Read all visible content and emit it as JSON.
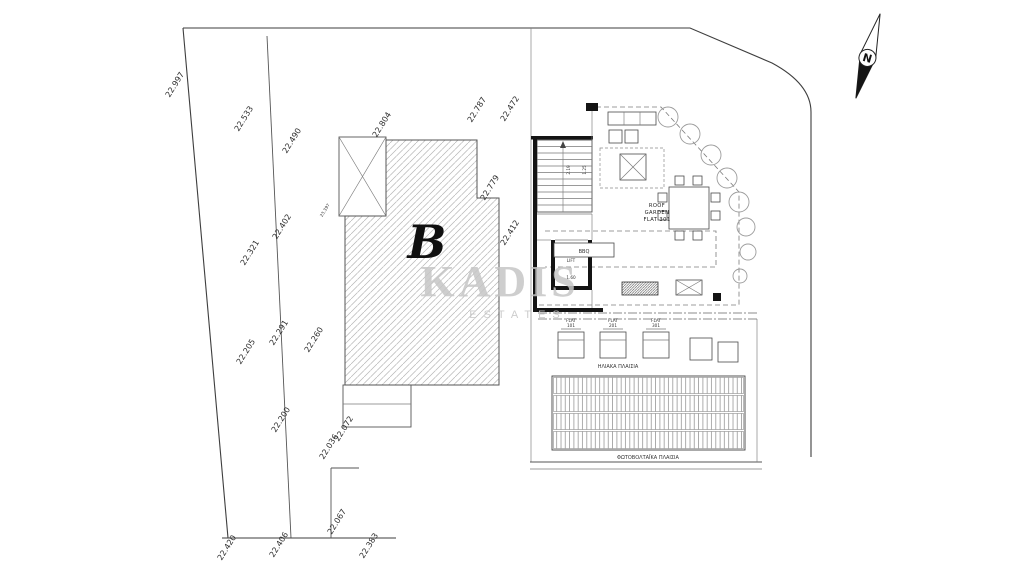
{
  "colors": {
    "line": "#3e3e3e",
    "hatch": "#b5b5b5",
    "watermark": "#c6c6c6"
  },
  "watermark": {
    "brand": "KADIS",
    "sub": "ESTATES"
  },
  "compass": {
    "label": "N"
  },
  "building_b": {
    "label": "B",
    "spot_level": "23.397"
  },
  "roof_garden": {
    "title1": "ROOF",
    "title2": "GARDEN",
    "title3": "FLAT 301",
    "bbq": "BBQ",
    "lift": "LIFT",
    "dims": {
      "stair_a": "2.19",
      "stair_b": "1.25",
      "lift": "1.60"
    }
  },
  "solar": {
    "flat_labels": [
      [
        "FLAT",
        "101"
      ],
      [
        "FLAT",
        "201"
      ],
      [
        "FLAT",
        "301"
      ]
    ],
    "solar_heading": "ΗΛΙΑΚΑ  ΠΛΑΙΣΙΑ",
    "pv_heading": "ΦΩΤΟΒΟΛΤΑΪΚΑ ΠΛΑΙΣΙΑ"
  },
  "spot_levels": [
    "22.997",
    "22.533",
    "22.490",
    "22.804",
    "22.787",
    "22.472",
    "22.779",
    "22.402",
    "22.321",
    "22.412",
    "22.291",
    "22.260",
    "22.205",
    "22.200",
    "22.072",
    "22.036",
    "22.067",
    "22.420",
    "22.406",
    "22.383"
  ]
}
